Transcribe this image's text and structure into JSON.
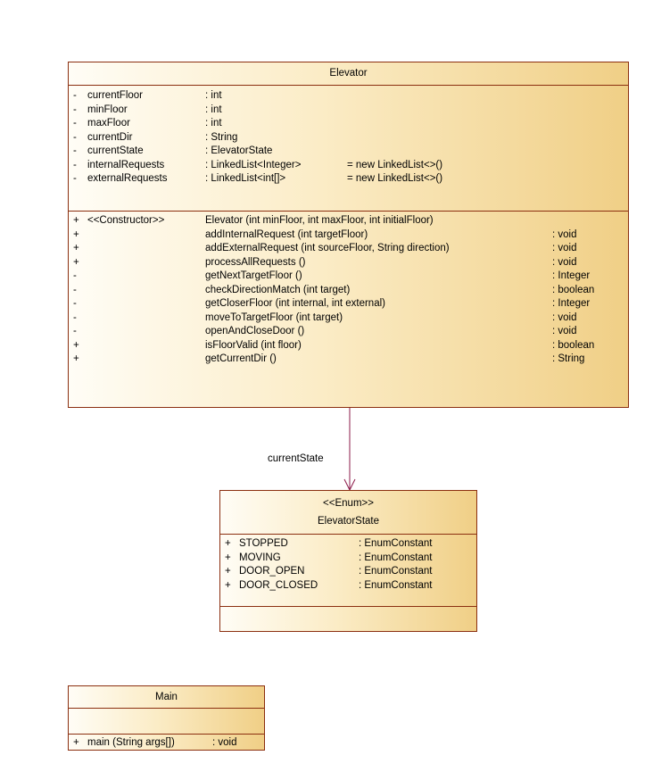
{
  "elevator": {
    "name": "Elevator",
    "attributes": [
      {
        "vis": "-",
        "name": "currentFloor",
        "type": ": int",
        "init": ""
      },
      {
        "vis": "-",
        "name": "minFloor",
        "type": ": int",
        "init": ""
      },
      {
        "vis": "-",
        "name": "maxFloor",
        "type": ": int",
        "init": ""
      },
      {
        "vis": "-",
        "name": "currentDir",
        "type": ": String",
        "init": ""
      },
      {
        "vis": "-",
        "name": "currentState",
        "type": ": ElevatorState",
        "init": ""
      },
      {
        "vis": "-",
        "name": "internalRequests",
        "type": ": LinkedList<Integer>",
        "init": "= new LinkedList<>()"
      },
      {
        "vis": "-",
        "name": "externalRequests",
        "type": ": LinkedList<int[]>",
        "init": "= new LinkedList<>()"
      }
    ],
    "operations": [
      {
        "vis": "+",
        "stereo": "<<Constructor>>",
        "sig": "Elevator (int minFloor, int maxFloor, int initialFloor)",
        "ret": ""
      },
      {
        "vis": "+",
        "stereo": "",
        "sig": "addInternalRequest (int targetFloor)",
        "ret": ": void"
      },
      {
        "vis": "+",
        "stereo": "",
        "sig": "addExternalRequest (int sourceFloor, String direction)",
        "ret": ": void"
      },
      {
        "vis": "+",
        "stereo": "",
        "sig": "processAllRequests ()",
        "ret": ": void"
      },
      {
        "vis": "-",
        "stereo": "",
        "sig": "getNextTargetFloor ()",
        "ret": ": Integer"
      },
      {
        "vis": "-",
        "stereo": "",
        "sig": "checkDirectionMatch (int target)",
        "ret": ": boolean"
      },
      {
        "vis": "-",
        "stereo": "",
        "sig": "getCloserFloor (int internal, int external)",
        "ret": ": Integer"
      },
      {
        "vis": "-",
        "stereo": "",
        "sig": "moveToTargetFloor (int target)",
        "ret": ": void"
      },
      {
        "vis": "-",
        "stereo": "",
        "sig": "openAndCloseDoor ()",
        "ret": ": void"
      },
      {
        "vis": "+",
        "stereo": "",
        "sig": "isFloorValid (int floor)",
        "ret": ": boolean"
      },
      {
        "vis": "+",
        "stereo": "",
        "sig": "getCurrentDir ()",
        "ret": ": String"
      }
    ]
  },
  "association": {
    "label": "currentState"
  },
  "elevator_state": {
    "stereotype": "<<Enum>>",
    "name": "ElevatorState",
    "literals": [
      {
        "vis": "+",
        "name": "STOPPED",
        "type": ": EnumConstant"
      },
      {
        "vis": "+",
        "name": "MOVING",
        "type": ": EnumConstant"
      },
      {
        "vis": "+",
        "name": "DOOR_OPEN",
        "type": ": EnumConstant"
      },
      {
        "vis": "+",
        "name": "DOOR_CLOSED",
        "type": ": EnumConstant"
      }
    ]
  },
  "main": {
    "name": "Main",
    "operations": [
      {
        "vis": "+",
        "sig": "main (String args[])",
        "ret": ": void"
      }
    ]
  },
  "colors": {
    "border": "#8b2f10",
    "fill_light": "#fffdf6",
    "fill_dark": "#f0cf86",
    "association": "#8b1a4a"
  }
}
